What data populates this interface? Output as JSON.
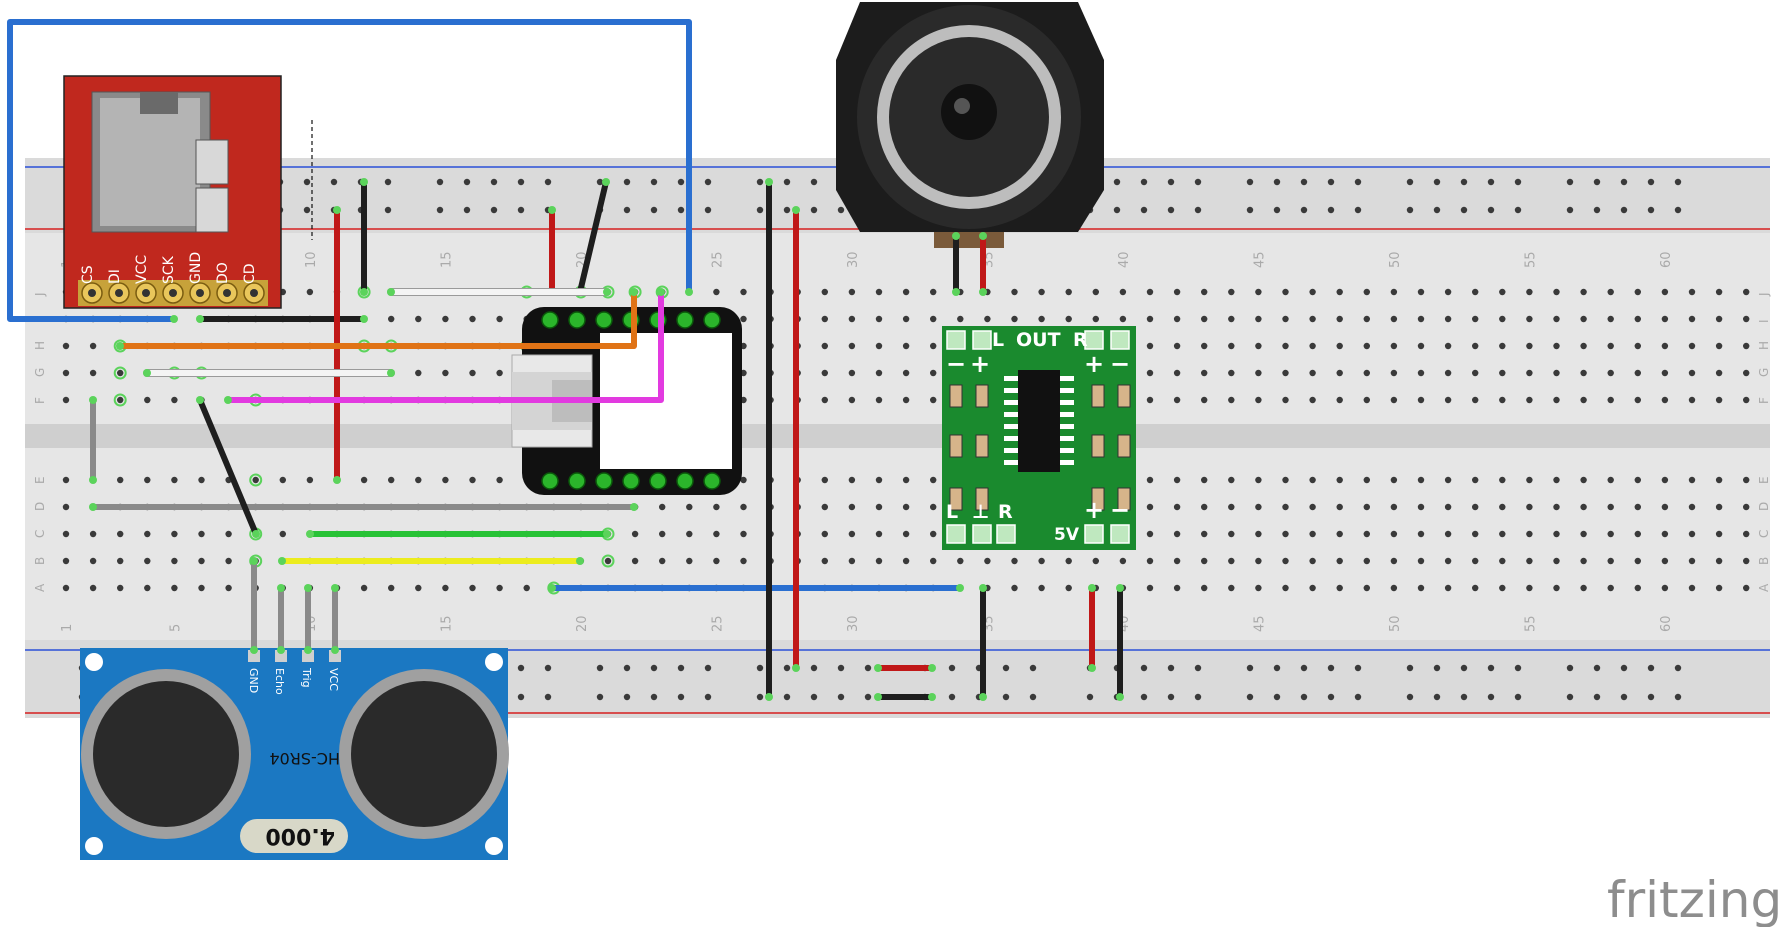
{
  "breadboard": {
    "column_numbers": [
      "1",
      "5",
      "10",
      "15",
      "20",
      "25",
      "30",
      "35",
      "40",
      "45",
      "50",
      "55",
      "60"
    ],
    "row_letters_top": [
      "J",
      "I",
      "H",
      "G",
      "F"
    ],
    "row_letters_bottom": [
      "E",
      "D",
      "C",
      "B",
      "A"
    ]
  },
  "sd_module": {
    "pins": [
      "CS",
      "DI",
      "VCC",
      "SCK",
      "GND",
      "DO",
      "CD"
    ]
  },
  "amplifier": {
    "top_labels": [
      "L",
      "OUT",
      "R"
    ],
    "top_signs": [
      "−",
      "+",
      "+",
      "−"
    ],
    "bottom_labels": [
      "L",
      "⊥",
      "R"
    ],
    "bottom_power": "5V",
    "bottom_signs": [
      "+",
      "−"
    ]
  },
  "sensor": {
    "pins": [
      "GND",
      "Echo",
      "Trig",
      "VCC"
    ],
    "model": "HC-SR04",
    "crystal": "4.000"
  },
  "branding": {
    "logo": "fritzing"
  },
  "colors": {
    "breadboard": "#e6e6e6",
    "rail_blue": "#2b4fd8",
    "rail_red": "#d62020",
    "sd_board": "#c0281e",
    "amp_board": "#1a8a2e",
    "sensor_board": "#1b78c2",
    "wire_blue": "#2a6fd0",
    "wire_orange": "#e07316",
    "wire_magenta": "#e23ae0",
    "wire_green": "#28c236",
    "wire_yellow": "#ecec1e",
    "wire_red": "#c01818",
    "wire_black": "#1e1e1e",
    "wire_gray": "#8a8a8a",
    "wire_white": "#f4f4f4"
  }
}
